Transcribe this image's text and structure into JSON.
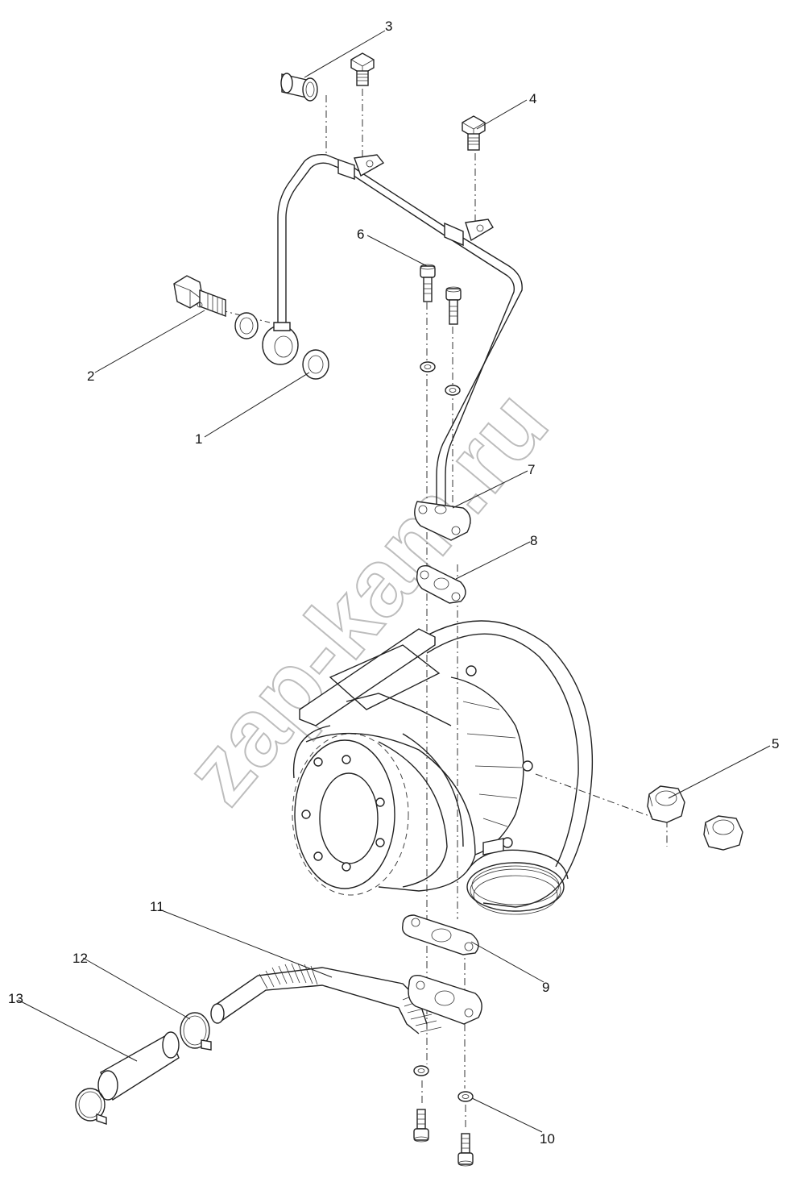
{
  "watermark": "zap-kam.ru",
  "callouts": [
    "1",
    "2",
    "3",
    "4",
    "5",
    "6",
    "7",
    "8",
    "9",
    "10",
    "11",
    "12",
    "13"
  ]
}
